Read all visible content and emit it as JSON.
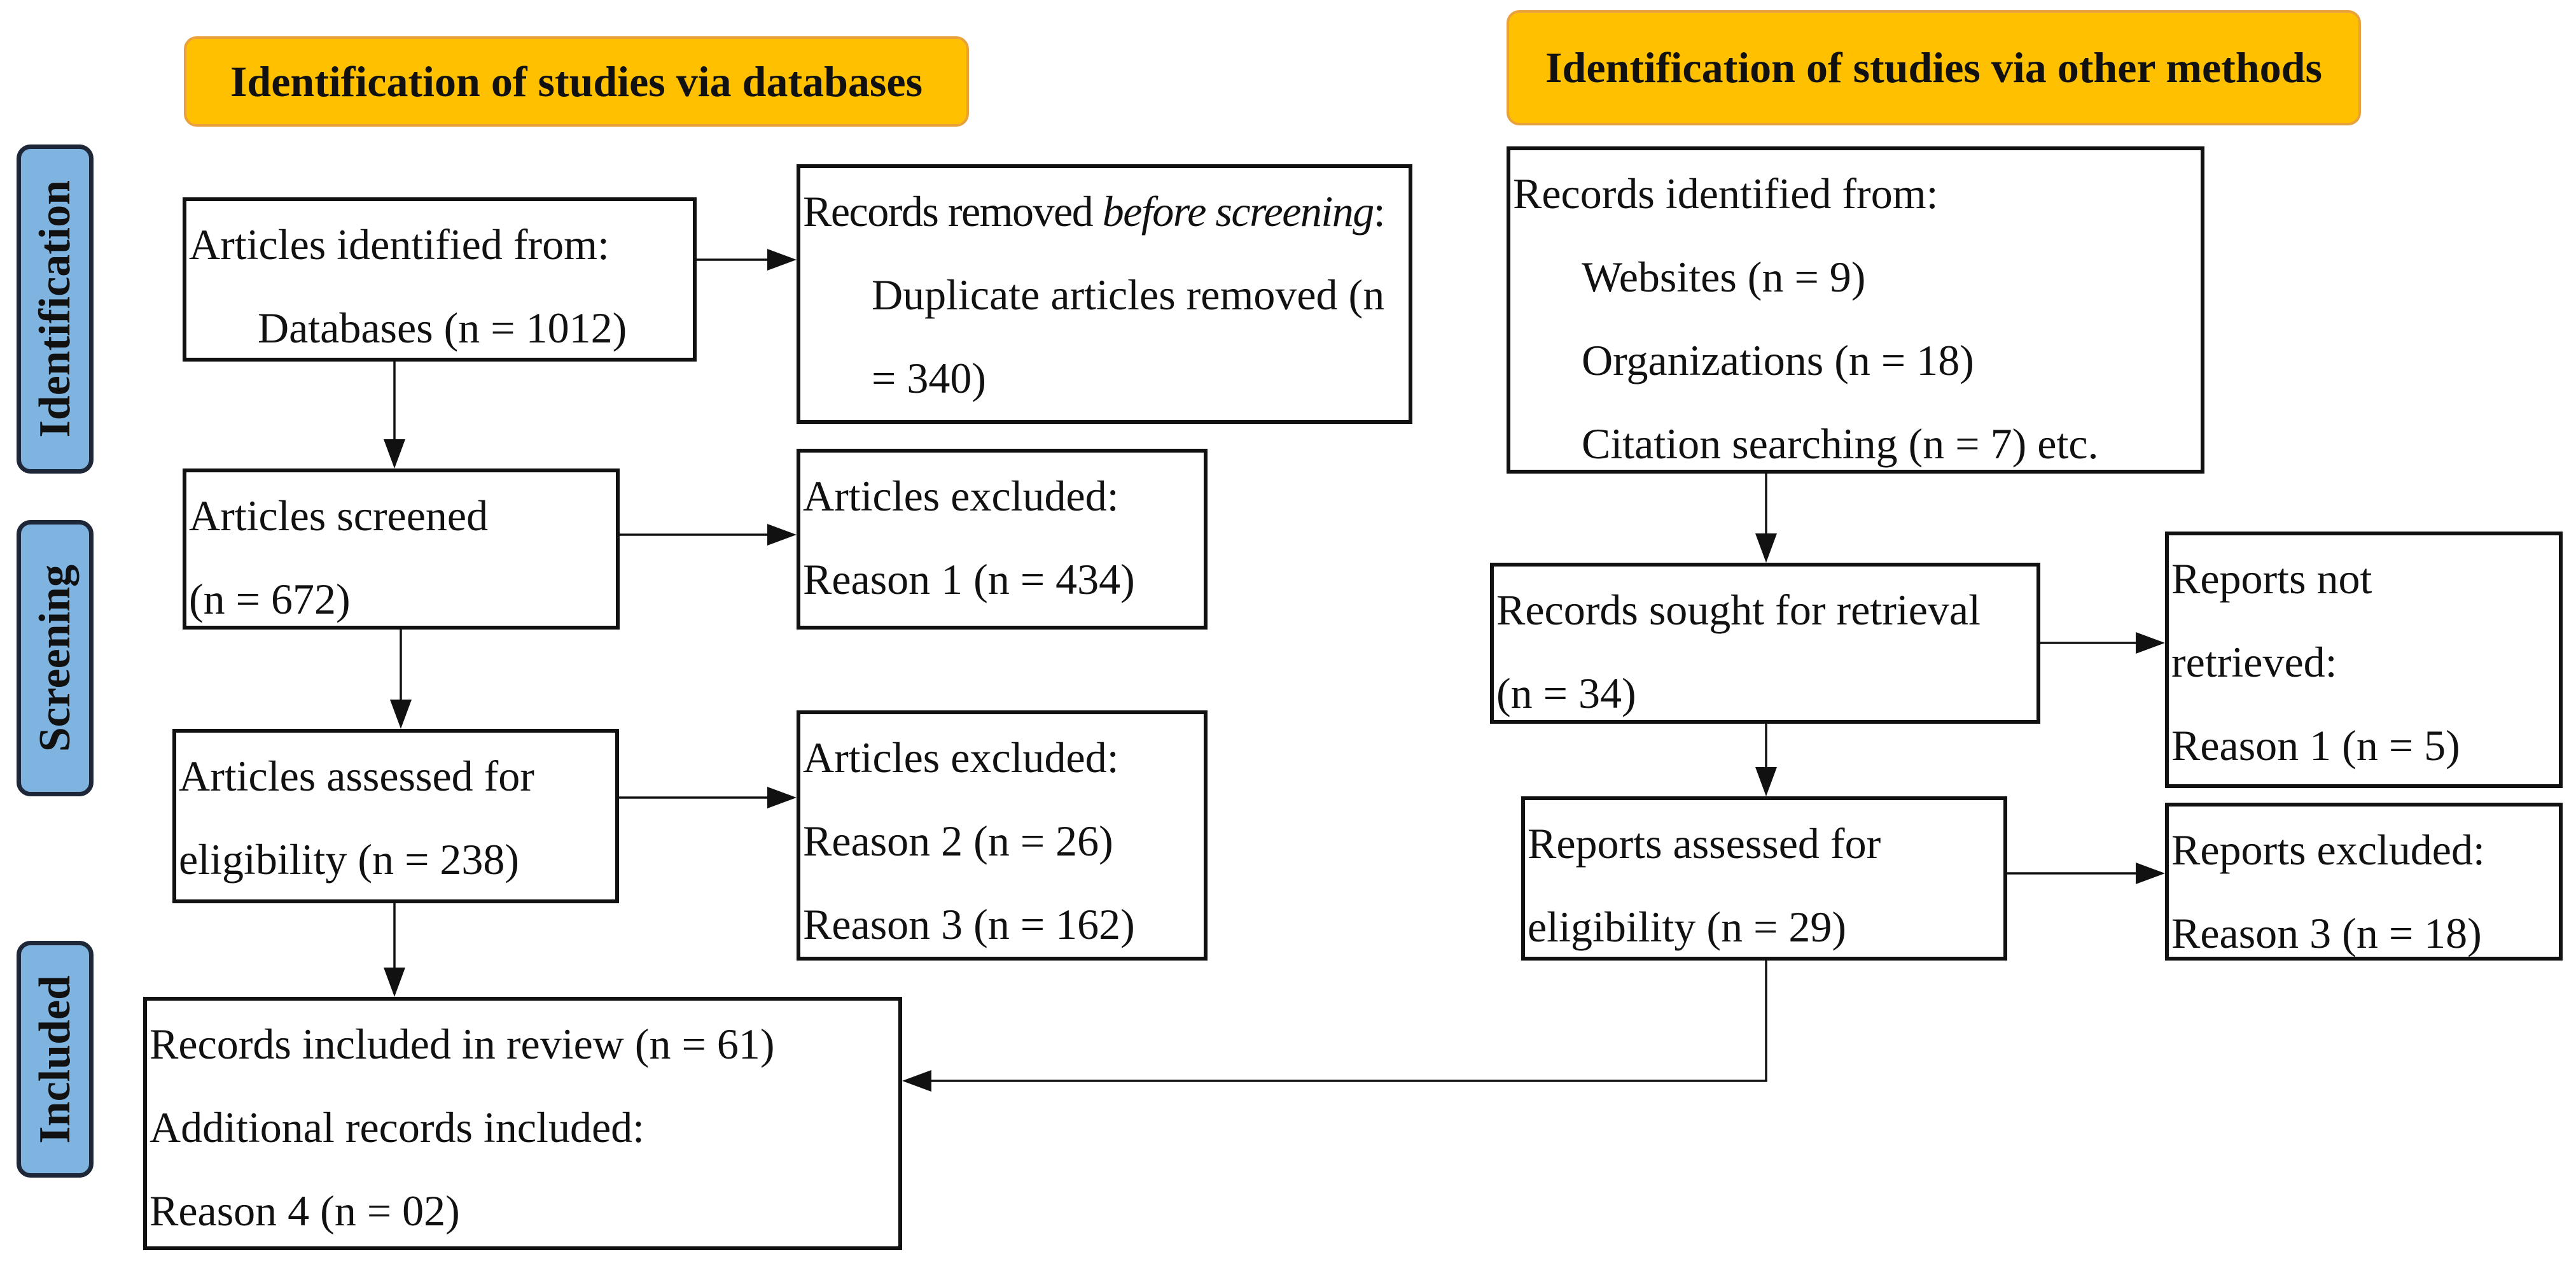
{
  "headers": {
    "databases": "Identification of studies via databases",
    "other_methods": "Identification of studies via other methods"
  },
  "stages": {
    "identification": "Identification",
    "screening": "Screening",
    "included": "Included"
  },
  "databases": {
    "identified": [
      "Articles identified from:",
      "Databases (n = 1012)"
    ],
    "removed_before_screening": {
      "heading_prefix": "Records removed ",
      "heading_emphasis": "before screening",
      "heading_suffix": ":",
      "lines": [
        "Duplicate articles removed (n",
        "= 340)"
      ]
    },
    "screened": [
      "Articles screened",
      "(n = 672)"
    ],
    "excluded_after_screening": [
      "Articles excluded:",
      "Reason 1 (n = 434)"
    ],
    "assessed_for_eligibility": [
      "Articles assessed for",
      "eligibility (n = 238)"
    ],
    "excluded_after_eligibility": [
      "Articles excluded:",
      "Reason 2 (n = 26)",
      "Reason 3 (n = 162)"
    ]
  },
  "other_methods": {
    "identified": [
      "Records identified from:",
      "Websites (n = 9)",
      "Organizations (n = 18)",
      "Citation searching (n = 7) etc."
    ],
    "sought_for_retrieval": [
      "Records sought for retrieval",
      "(n = 34)"
    ],
    "not_retrieved": [
      "Reports not",
      "retrieved:",
      "Reason 1 (n = 5)"
    ],
    "assessed_for_eligibility": [
      "Reports assessed for",
      "eligibility (n = 29)"
    ],
    "excluded": [
      "Reports excluded:",
      "Reason 3 (n = 18)"
    ]
  },
  "included": [
    "Records included in review (n = 61)",
    "Additional records included:",
    "Reason 4 (n = 02)"
  ],
  "colors": {
    "header_fill": "#FFC000",
    "header_border": "#E9A23B",
    "stage_fill": "#80B4E0",
    "stage_border": "#1D2738",
    "box_border": "#111111"
  }
}
